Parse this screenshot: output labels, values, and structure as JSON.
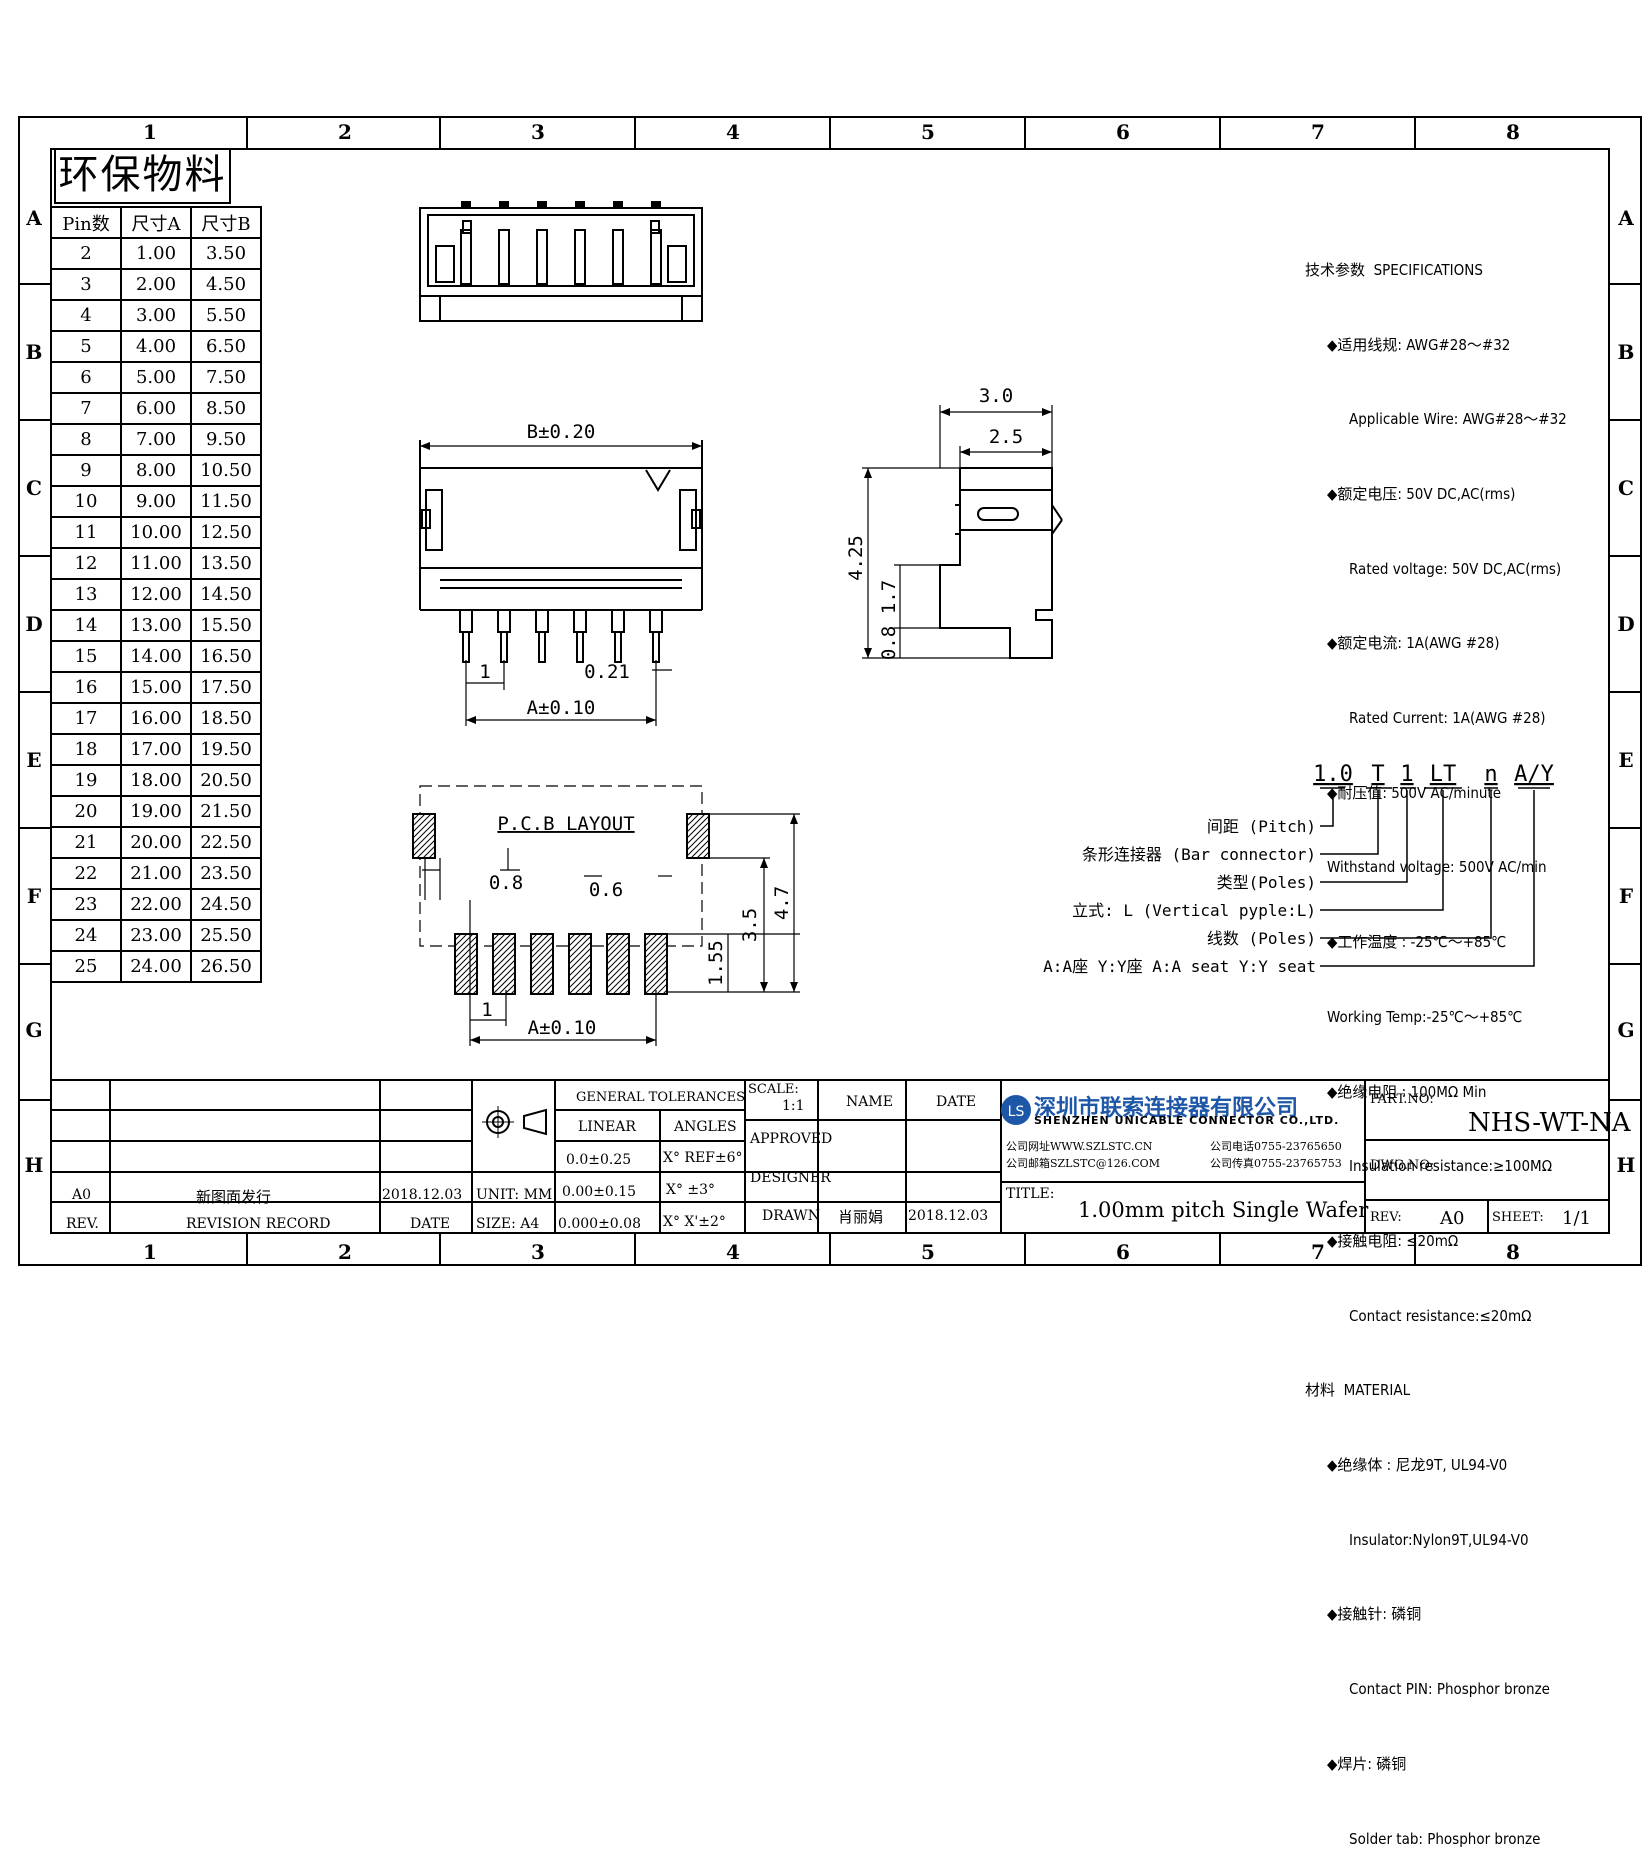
{
  "zones": {
    "numbers": [
      "1",
      "2",
      "3",
      "4",
      "5",
      "6",
      "7",
      "8"
    ],
    "letters": [
      "A",
      "B",
      "C",
      "D",
      "E",
      "F",
      "G",
      "H"
    ]
  },
  "eco_label": "环保物料",
  "pin_table": {
    "headers": [
      "Pin数",
      "尺寸A",
      "尺寸B"
    ],
    "rows": [
      [
        "2",
        "1.00",
        "3.50"
      ],
      [
        "3",
        "2.00",
        "4.50"
      ],
      [
        "4",
        "3.00",
        "5.50"
      ],
      [
        "5",
        "4.00",
        "6.50"
      ],
      [
        "6",
        "5.00",
        "7.50"
      ],
      [
        "7",
        "6.00",
        "8.50"
      ],
      [
        "8",
        "7.00",
        "9.50"
      ],
      [
        "9",
        "8.00",
        "10.50"
      ],
      [
        "10",
        "9.00",
        "11.50"
      ],
      [
        "11",
        "10.00",
        "12.50"
      ],
      [
        "12",
        "11.00",
        "13.50"
      ],
      [
        "13",
        "12.00",
        "14.50"
      ],
      [
        "14",
        "13.00",
        "15.50"
      ],
      [
        "15",
        "14.00",
        "16.50"
      ],
      [
        "16",
        "15.00",
        "17.50"
      ],
      [
        "17",
        "16.00",
        "18.50"
      ],
      [
        "18",
        "17.00",
        "19.50"
      ],
      [
        "19",
        "18.00",
        "20.50"
      ],
      [
        "20",
        "19.00",
        "21.50"
      ],
      [
        "21",
        "20.00",
        "22.50"
      ],
      [
        "22",
        "21.00",
        "23.50"
      ],
      [
        "23",
        "22.00",
        "24.50"
      ],
      [
        "24",
        "23.00",
        "25.50"
      ],
      [
        "25",
        "24.00",
        "26.50"
      ]
    ]
  },
  "dims": {
    "b_dim": "B±0.20",
    "a_dim": "A±0.10",
    "pitch_1": "1",
    "pin_021": "0.21",
    "side_30": "3.0",
    "side_25": "2.5",
    "side_425": "4.25",
    "side_17": "1.7",
    "side_08": "0.8",
    "pcb_title": "P.C.B LAYOUT",
    "pcb_08": "0.8",
    "pcb_06": "0.6",
    "pcb_155": "1.55",
    "pcb_35": "3.5",
    "pcb_47": "4.7",
    "pcb_1": "1",
    "pcb_a": "A±0.10"
  },
  "specs": [
    "技术参数  SPECIFICATIONS",
    "◆适用线规: AWG#28～#32",
    "Applicable Wire: AWG#28～#32",
    "◆额定电压: 50V DC,AC(rms)",
    "Rated voltage: 50V DC,AC(rms)",
    "◆额定电流: 1A(AWG #28)",
    "Rated Current: 1A(AWG #28)",
    "◆耐压值: 500V AC/minute",
    "Withstand voltage: 500V AC/min",
    "◆工作温度 : -25℃～+85℃",
    "Working Temp:-25℃～+85℃",
    "◆绝缘电阻 : 100MΩ Min",
    "Insulation resistance:≥100MΩ",
    "◆接触电阻: ≤20mΩ",
    "Contact resistance:≤20mΩ",
    "材料  MATERIAL",
    "◆绝缘体 : 尼龙9T, UL94-V0",
    "Insulator:Nylon9T,UL94-V0",
    "◆接触针: 磷铜",
    "Contact PIN: Phosphor bronze",
    "◆焊片: 磷铜",
    "Solder tab: Phosphor bronze"
  ],
  "part_code": {
    "segments": [
      "1.0",
      "T",
      "1",
      "LT",
      "n",
      "A/Y"
    ],
    "labels": [
      "间距 (Pitch)",
      "条形连接器 (Bar connector)",
      "类型(Poles)",
      "立式: L (Vertical pyple:L)",
      "线数 (Poles)",
      "A:A座 Y:Y座 A:A seat Y:Y seat"
    ]
  },
  "title_block": {
    "rev_row": {
      "rev": "A0",
      "record": "新图面发行",
      "date": "2018.12.03"
    },
    "rev_header": {
      "rev": "REV.",
      "record": "REVISION RECORD",
      "date": "DATE"
    },
    "unit": "UNIT: MM",
    "size": "SIZE: A4",
    "general_tol": "GENERAL TOLERANCES",
    "linear": "LINEAR",
    "angles": "ANGLES",
    "tol_rows": [
      [
        "0.0±0.25",
        "X° REF±6°"
      ],
      [
        "0.00±0.15",
        "X° ±3°"
      ],
      [
        "0.000±0.08",
        "X° X'±2°"
      ]
    ],
    "scale_label": "SCALE:",
    "scale_value": "1:1",
    "approved": "APPROVED",
    "designer": "DESIGNER",
    "drawn": "DRAWN",
    "name_hdr": "NAME",
    "date_hdr": "DATE",
    "drawn_name": "肖丽娟",
    "drawn_date": "2018.12.03",
    "company_cn": "深圳市联索连接器有限公司",
    "company_en": "SHENZHEN UNICABLE CONNECTOR CO.,LTD.",
    "web": "公司网址WWW.SZLSTC.CN",
    "email": "公司邮箱SZLSTC@126.COM",
    "tel": "公司电话0755-23765650",
    "fax": "公司传真0755-23765753",
    "logo_text": "LS",
    "title_label": "TITLE:",
    "title": "1.00mm pitch Single Wafer",
    "part_no_label": "PART.NO:",
    "part_no": "NHS-WT-NA",
    "dwg_no_label": "DWG.NO:",
    "rev_label": "REV:",
    "rev_value": "A0",
    "sheet_label": "SHEET:",
    "sheet_value": "1/1"
  },
  "colors": {
    "logo_blue": "#1e57a8",
    "line": "#000000"
  }
}
